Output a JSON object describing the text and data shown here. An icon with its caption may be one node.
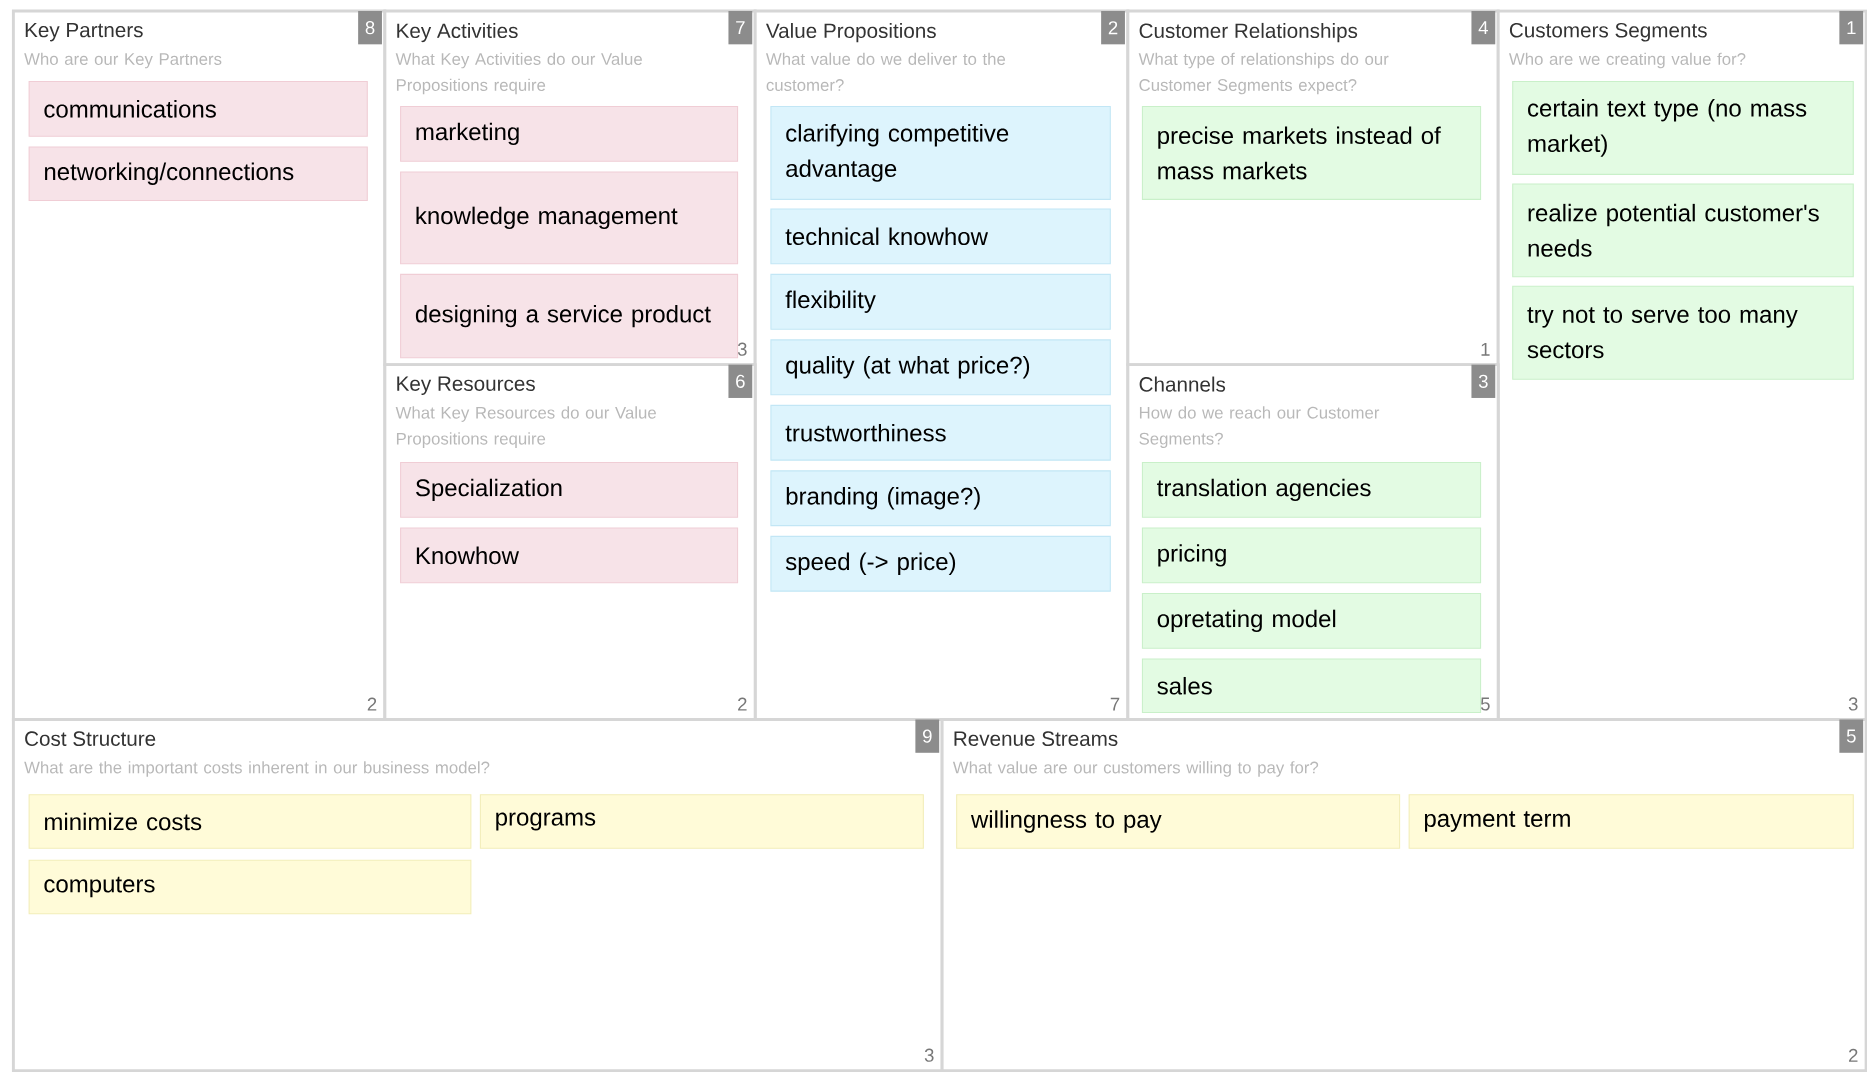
{
  "diagram": {
    "nodes": [
      {
        "text": [
          "Key Partners",
          "Who are our Key Partners"
        ],
        "beside": [
          "8",
          "2"
        ]
      },
      {
        "text": [
          "communications"
        ],
        "in": 0
      },
      {
        "text": [
          "networking/connections"
        ],
        "in": 0
      },
      {
        "text": [
          "Key Activities",
          "What Key Activities do our Value Propositions require"
        ],
        "beside": [
          "7",
          "3"
        ]
      },
      {
        "text": [
          "marketing"
        ],
        "in": 3
      },
      {
        "text": [
          "knowledge management"
        ],
        "in": 3
      },
      {
        "text": [
          "designing a service product"
        ],
        "in": 3
      },
      {
        "text": [
          "Value Propositions",
          "What value do we deliver to the customer?"
        ],
        "beside": [
          "2",
          "7"
        ]
      },
      {
        "text": [
          "clarifying competitive advantage"
        ],
        "in": 7
      },
      {
        "text": [
          "technical knowhow"
        ],
        "in": 7
      },
      {
        "text": [
          "flexibility"
        ],
        "in": 7
      },
      {
        "text": [
          "quality (at what price?)"
        ],
        "in": 7
      },
      {
        "text": [
          "trustworthiness"
        ],
        "in": 7
      },
      {
        "text": [
          "branding (image?)"
        ],
        "in": 7
      },
      {
        "text": [
          "speed (-> price)"
        ],
        "in": 7
      },
      {
        "text": [
          "Customer Relationships",
          "What type of relationships do our Customer Segments expect?"
        ],
        "beside": [
          "4",
          "1"
        ]
      },
      {
        "text": [
          "precise markets instead of mass markets"
        ],
        "in": 15
      },
      {
        "text": [
          "Customers Segments",
          "Who are we creating value for?"
        ],
        "beside": [
          "1",
          "3"
        ]
      },
      {
        "text": [
          "certain text type (no mass market)"
        ],
        "in": 17
      },
      {
        "text": [
          "realize potential customer's needs"
        ],
        "in": 17
      },
      {
        "text": [
          "try not to serve too many sectors"
        ],
        "in": 17
      },
      {
        "text": [
          "Key Resources",
          "What Key Resources do our Value Propositions require"
        ],
        "beside": [
          "6",
          "2"
        ]
      },
      {
        "text": [
          "Specialization"
        ],
        "in": 21
      },
      {
        "text": [
          "Knowhow"
        ],
        "in": 21
      },
      {
        "text": [
          "Channels",
          "How do we reach our Customer Segments?"
        ],
        "beside": [
          "3",
          "5"
        ]
      },
      {
        "text": [
          "translation agencies"
        ],
        "in": 24
      },
      {
        "text": [
          "pricing"
        ],
        "in": 24
      },
      {
        "text": [
          "opretating model"
        ],
        "in": 24
      },
      {
        "text": [
          "sales"
        ],
        "in": 24
      },
      {
        "text": [
          "Cost Structure",
          "What are the important costs inherent in our business model?"
        ],
        "beside": [
          "9",
          "3"
        ]
      },
      {
        "text": [
          "minimize costs"
        ],
        "in": 29
      },
      {
        "text": [
          "programs"
        ],
        "in": 29
      },
      {
        "text": [
          "computers"
        ],
        "in": 29
      },
      {
        "text": [
          "Revenue Streams",
          "What value are our customers willing to pay for?"
        ],
        "beside": [
          "5",
          "2"
        ]
      },
      {
        "text": [
          "willingness to pay"
        ],
        "in": 33
      },
      {
        "text": [
          "payment term"
        ],
        "in": 33
      }
    ]
  }
}
